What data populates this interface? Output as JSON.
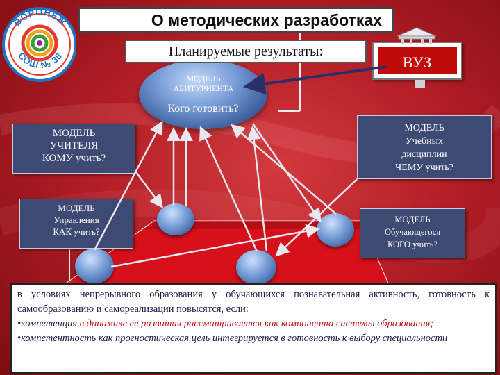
{
  "header": {
    "title": "О методических разработках"
  },
  "logo": {
    "top_text": "ВОРОНЕЖ",
    "bottom_text": "СОШ № 38",
    "colors": [
      "#e43b2c",
      "#f3a21a",
      "#3a9c3a",
      "#1e74c6",
      "#8a2a9a"
    ]
  },
  "planned": {
    "label": "Планируемые результаты:"
  },
  "vuz": {
    "label": "ВУЗ",
    "icon": "university-building-icon"
  },
  "center": {
    "line1": "МОДЕЛЬ",
    "line2": "АБИТУРИЕНТА",
    "question": "Кого готовить?"
  },
  "teacher": {
    "line1": "МОДЕЛЬ",
    "line2": "УЧИТЕЛЯ",
    "question": "КОМУ учить?"
  },
  "disciplines": {
    "line1": "МОДЕЛЬ",
    "line2": "Учебных",
    "line3": "дисциплин",
    "question": "ЧЕМУ учить?"
  },
  "management": {
    "line1": "МОДЕЛЬ",
    "line2": "Управления",
    "question": "КАК учить?"
  },
  "learner": {
    "line1": "МОДЕЛЬ",
    "line2": "Обучающегося",
    "question": "КОГО учить?"
  },
  "conclusion": {
    "intro": "в условиях непрерывного образования у обучающихся познавательная активность, готовность к самообразованию и самореализации повысятся, если:",
    "bullet1_a": "•компетенция",
    "bullet1_b": " в динамике ее развития рассматривается как  компонента системы образования",
    "bullet1_c": ";",
    "bullet2_a": "•компетентность",
    "bullet2_b": " как прогностическая цель интегрируется в готовность к выбору специальности"
  },
  "colors": {
    "background": "#b41e26",
    "box_dark": "#3e4a74",
    "vuz_red": "#c00b0b",
    "floor": "#d8101a",
    "sphere": "#6a8fc8"
  }
}
